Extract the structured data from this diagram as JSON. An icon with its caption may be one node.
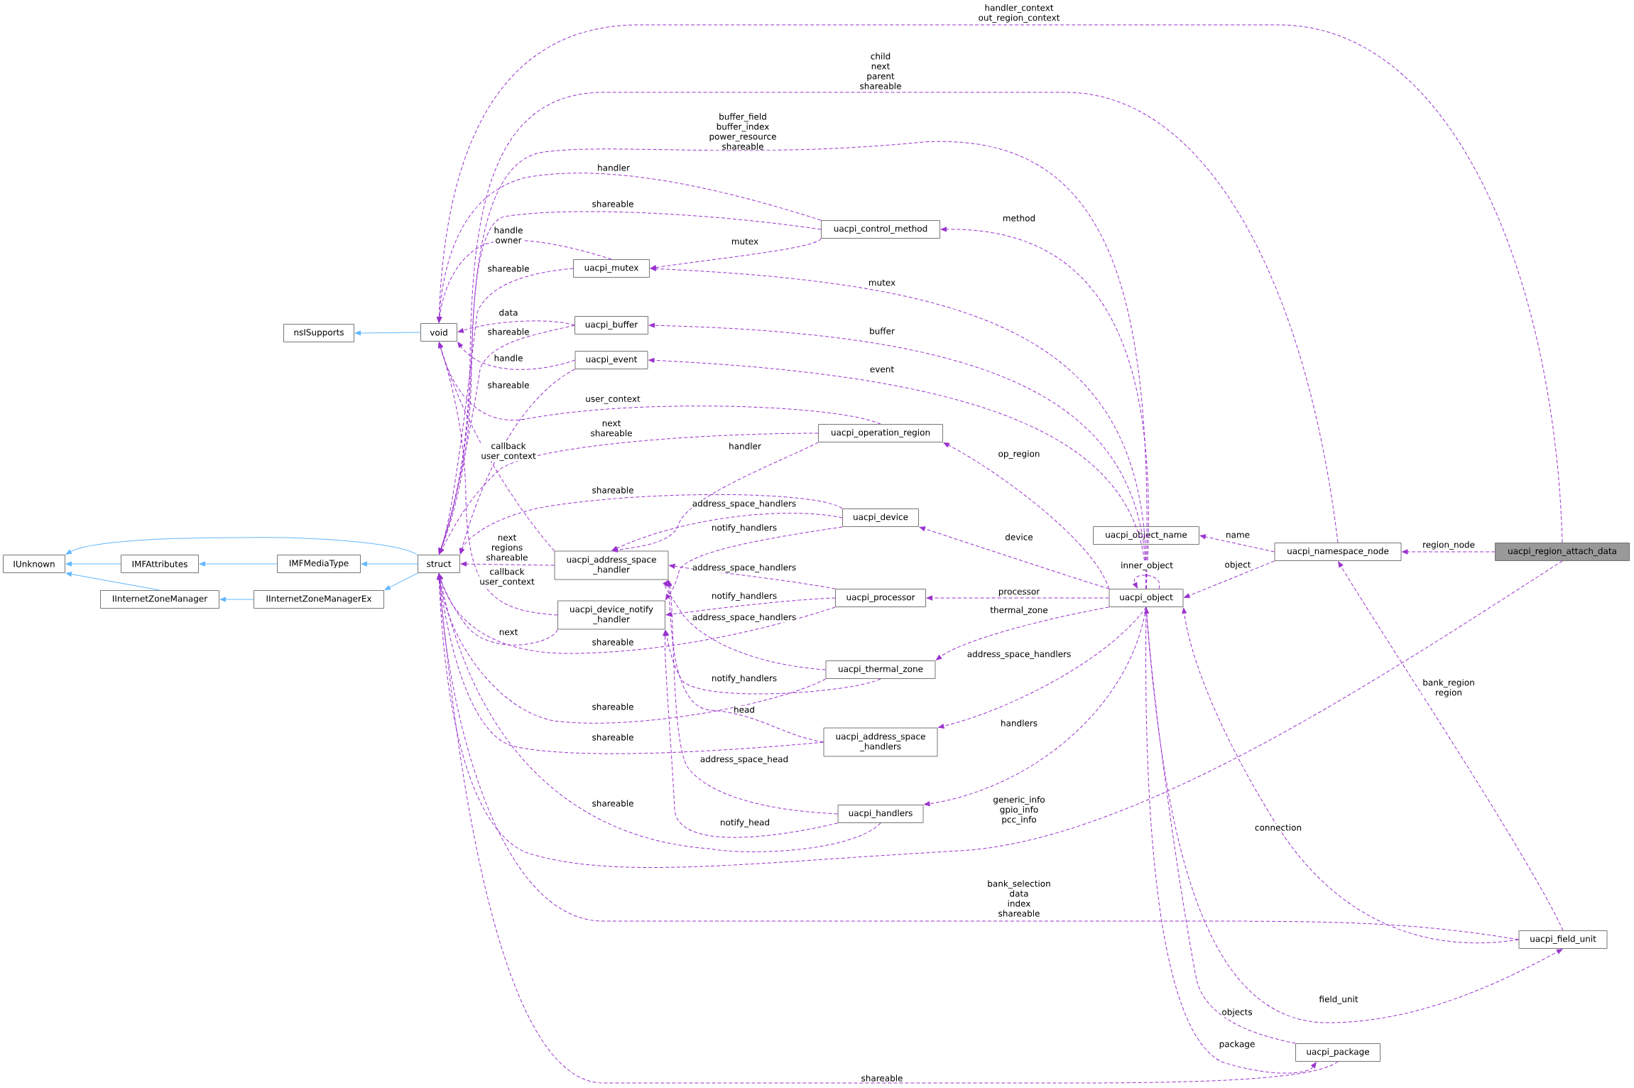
{
  "diagram": {
    "nodes": [
      {
        "text": [
          "uacpi_region_attach_data"
        ]
      },
      {
        "text": [
          "uacpi_namespace_node"
        ]
      },
      {
        "text": [
          "uacpi_object_name"
        ]
      },
      {
        "text": [
          "uacpi_object"
        ]
      },
      {
        "text": [
          "uacpi_control_method"
        ]
      },
      {
        "text": [
          "uacpi_mutex"
        ]
      },
      {
        "text": [
          "void"
        ]
      },
      {
        "text": [
          "nsISupports"
        ]
      },
      {
        "text": [
          "struct"
        ]
      },
      {
        "text": [
          "IUnknown"
        ]
      },
      {
        "text": [
          "IMFAttributes"
        ]
      },
      {
        "text": [
          "IMFMediaType"
        ]
      },
      {
        "text": [
          "IInternetZoneManager"
        ]
      },
      {
        "text": [
          "IInternetZoneManagerEx"
        ]
      },
      {
        "text": [
          "uacpi_buffer"
        ]
      },
      {
        "text": [
          "uacpi_event"
        ]
      },
      {
        "text": [
          "uacpi_operation_region"
        ]
      },
      {
        "text": [
          "uacpi_address_space _handler"
        ]
      },
      {
        "text": [
          "uacpi_device"
        ]
      },
      {
        "text": [
          "uacpi_device_notify _handler"
        ]
      },
      {
        "text": [
          "uacpi_processor"
        ]
      },
      {
        "text": [
          "uacpi_thermal_zone"
        ]
      },
      {
        "text": [
          "uacpi_address_space _handlers"
        ]
      },
      {
        "text": [
          "uacpi_handlers"
        ]
      },
      {
        "text": [
          "uacpi_field_unit"
        ]
      },
      {
        "text": [
          "uacpi_package"
        ]
      }
    ],
    "edges": [
      {
        "from": 0,
        "to": 6,
        "arrow": "to",
        "label": "handler_context out_region_context",
        "style": "dashed"
      },
      {
        "from": 0,
        "to": 1,
        "arrow": "to",
        "label": "region_node",
        "style": "dashed"
      },
      {
        "from": 0,
        "to": 8,
        "arrow": "to",
        "label": "generic_info gpio_info pcc_info",
        "style": "dashed"
      },
      {
        "from": 1,
        "to": 8,
        "arrow": "to",
        "label": "child next parent shareable",
        "style": "dashed"
      },
      {
        "from": 3,
        "to": 8,
        "arrow": "to",
        "label": "buffer_field buffer_index power_resource shareable",
        "style": "dashed"
      },
      {
        "from": 4,
        "to": 6,
        "arrow": "to",
        "label": "handler",
        "style": "dashed"
      },
      {
        "from": 4,
        "to": 8,
        "arrow": "to",
        "label": "shareable",
        "style": "dashed"
      },
      {
        "from": 4,
        "to": 5,
        "arrow": "to",
        "label": "mutex",
        "style": "dashed"
      },
      {
        "from": 5,
        "to": 6,
        "arrow": "to",
        "label": "handle owner",
        "style": "dashed"
      },
      {
        "from": 5,
        "to": 8,
        "arrow": "to",
        "label": "shareable",
        "style": "dashed"
      },
      {
        "from": 14,
        "to": 6,
        "arrow": "to",
        "label": "data",
        "style": "dashed"
      },
      {
        "from": 14,
        "to": 8,
        "arrow": "to",
        "label": "shareable",
        "style": "dashed"
      },
      {
        "from": 15,
        "to": 6,
        "arrow": "to",
        "label": "handle",
        "style": "dashed"
      },
      {
        "from": 15,
        "to": 8,
        "arrow": "to",
        "label": "shareable",
        "style": "dashed"
      },
      {
        "from": 16,
        "to": 6,
        "arrow": "to",
        "label": "user_context",
        "style": "dashed"
      },
      {
        "from": 16,
        "to": 8,
        "arrow": "to",
        "label": "next shareable",
        "style": "dashed"
      },
      {
        "from": 16,
        "to": 17,
        "arrow": "to",
        "label": "handler",
        "style": "dashed"
      },
      {
        "from": 17,
        "to": 6,
        "arrow": "to",
        "label": "callback user_context",
        "style": "dashed"
      },
      {
        "from": 17,
        "to": 8,
        "arrow": "to",
        "label": "next regions shareable",
        "style": "dashed"
      },
      {
        "from": 19,
        "to": 6,
        "arrow": "to",
        "label": "callback user_context",
        "style": "dashed"
      },
      {
        "from": 19,
        "to": 8,
        "arrow": "to",
        "label": "next",
        "style": "dashed"
      },
      {
        "from": 18,
        "to": 8,
        "arrow": "to",
        "label": "shareable",
        "style": "dashed"
      },
      {
        "from": 18,
        "to": 17,
        "arrow": "to",
        "label": "address_space_handlers",
        "style": "dashed"
      },
      {
        "from": 18,
        "to": 19,
        "arrow": "to",
        "label": "notify_handlers",
        "style": "dashed"
      },
      {
        "from": 20,
        "to": 17,
        "arrow": "to",
        "label": "address_space_handlers",
        "style": "dashed"
      },
      {
        "from": 20,
        "to": 19,
        "arrow": "to",
        "label": "notify_handlers",
        "style": "dashed"
      },
      {
        "from": 20,
        "to": 8,
        "arrow": "to",
        "label": "shareable",
        "style": "dashed"
      },
      {
        "from": 21,
        "to": 17,
        "arrow": "to",
        "label": "address_space_handlers",
        "style": "dashed"
      },
      {
        "from": 21,
        "to": 19,
        "arrow": "to",
        "label": "notify_handlers",
        "style": "dashed"
      },
      {
        "from": 21,
        "to": 8,
        "arrow": "to",
        "label": "shareable",
        "style": "dashed"
      },
      {
        "from": 22,
        "to": 17,
        "arrow": "to",
        "label": "head",
        "style": "dashed"
      },
      {
        "from": 22,
        "to": 8,
        "arrow": "to",
        "label": "shareable",
        "style": "dashed"
      },
      {
        "from": 23,
        "to": 17,
        "arrow": "to",
        "label": "address_space_head",
        "style": "dashed"
      },
      {
        "from": 23,
        "to": 19,
        "arrow": "to",
        "label": "notify_head",
        "style": "dashed"
      },
      {
        "from": 23,
        "to": 8,
        "arrow": "to",
        "label": "shareable",
        "style": "dashed"
      },
      {
        "from": 24,
        "to": 8,
        "arrow": "to",
        "label": "bank_selection data index shareable",
        "style": "dashed"
      },
      {
        "from": 24,
        "to": 3,
        "arrow": "to",
        "label": "connection",
        "style": "dashed"
      },
      {
        "from": 24,
        "to": 1,
        "arrow": "to",
        "label": "bank_region region",
        "style": "dashed"
      },
      {
        "from": 25,
        "to": 3,
        "arrow": "to",
        "label": "objects",
        "style": "dashed"
      },
      {
        "from": 25,
        "to": 8,
        "arrow": "to",
        "label": "shareable",
        "style": "dashed"
      },
      {
        "from": 3,
        "to": 25,
        "arrow": "to",
        "label": "package",
        "style": "dashed"
      },
      {
        "from": 3,
        "to": 24,
        "arrow": "to",
        "label": "field_unit",
        "style": "dashed"
      },
      {
        "from": 3,
        "to": 3,
        "arrow": "to",
        "label": "inner_object",
        "style": "dashed"
      },
      {
        "from": 3,
        "to": 4,
        "arrow": "to",
        "label": "method",
        "style": "dashed"
      },
      {
        "from": 3,
        "to": 5,
        "arrow": "to",
        "label": "mutex",
        "style": "dashed"
      },
      {
        "from": 3,
        "to": 14,
        "arrow": "to",
        "label": "buffer",
        "style": "dashed"
      },
      {
        "from": 3,
        "to": 15,
        "arrow": "to",
        "label": "event",
        "style": "dashed"
      },
      {
        "from": 3,
        "to": 16,
        "arrow": "to",
        "label": "op_region",
        "style": "dashed"
      },
      {
        "from": 3,
        "to": 18,
        "arrow": "to",
        "label": "device",
        "style": "dashed"
      },
      {
        "from": 3,
        "to": 20,
        "arrow": "to",
        "label": "processor",
        "style": "dashed"
      },
      {
        "from": 3,
        "to": 21,
        "arrow": "to",
        "label": "thermal_zone",
        "style": "dashed"
      },
      {
        "from": 3,
        "to": 22,
        "arrow": "to",
        "label": "address_space_handlers",
        "style": "dashed"
      },
      {
        "from": 3,
        "to": 23,
        "arrow": "to",
        "label": "handlers",
        "style": "dashed"
      },
      {
        "from": 1,
        "to": 3,
        "arrow": "to",
        "label": "object",
        "style": "dashed"
      },
      {
        "from": 1,
        "to": 2,
        "arrow": "to",
        "label": "name",
        "style": "dashed"
      },
      {
        "from": 6,
        "to": 7,
        "arrow": "to",
        "color": "#63b8ff"
      },
      {
        "from": 8,
        "to": 9,
        "arrow": "to",
        "color": "#63b8ff"
      },
      {
        "from": 8,
        "to": 11,
        "arrow": "to",
        "color": "#63b8ff"
      },
      {
        "from": 8,
        "to": 13,
        "arrow": "to",
        "color": "#63b8ff"
      },
      {
        "from": 11,
        "to": 10,
        "arrow": "to",
        "color": "#63b8ff"
      },
      {
        "from": 10,
        "to": 9,
        "arrow": "to",
        "color": "#63b8ff"
      },
      {
        "from": 13,
        "to": 12,
        "arrow": "to",
        "color": "#63b8ff"
      },
      {
        "from": 12,
        "to": 9,
        "arrow": "to",
        "color": "#63b8ff"
      }
    ]
  }
}
